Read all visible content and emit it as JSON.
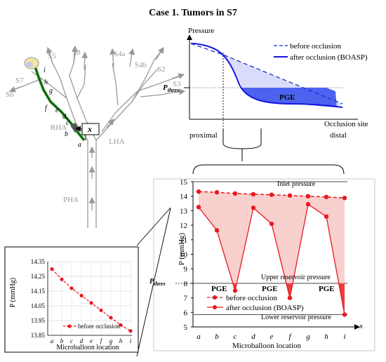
{
  "title": "Case 1. Tumors in S7",
  "tree": {
    "segments": [
      "S7",
      "S5",
      "S8",
      "S4a",
      "S4b",
      "S2",
      "S3",
      "S6"
    ],
    "vessels": [
      "RHA",
      "LHA",
      "PHA"
    ],
    "locations": [
      "i",
      "h",
      "g",
      "f",
      "e",
      "d",
      "c",
      "b",
      "a"
    ],
    "marker": "x"
  },
  "schematic": {
    "ylabel": "Pressure",
    "pthres_main": "P",
    "pthres_sub": "thres",
    "legend_before": "before occlusion",
    "legend_after": "after occlusion (BOASP)",
    "area_label": "PGE",
    "xlabel": "Occlusion site",
    "proximal": "proximal",
    "distal": "distal"
  },
  "colors": {
    "before": "#2b3fcf",
    "after": "#1515e0",
    "pge_blue": "#5a6cf0",
    "red": "#e8191f",
    "pink": "#f7c8c4",
    "green": "#2aa02a"
  },
  "chart_data": [
    {
      "type": "line",
      "xlabel": "Microballoon location",
      "ylabel": "P (mmHg)",
      "categories": [
        "a",
        "b",
        "c",
        "d",
        "e",
        "f",
        "g",
        "h",
        "i"
      ],
      "ylim": [
        5,
        15
      ],
      "yticks": [
        "5",
        "6",
        "7",
        "8",
        "9",
        "10",
        "11",
        "12",
        "13",
        "14",
        "15"
      ],
      "axis_x": "x",
      "series": [
        {
          "name": "before occlusion",
          "values": [
            14.32,
            14.27,
            14.19,
            14.14,
            14.1,
            14.05,
            14.0,
            13.95,
            13.88
          ]
        },
        {
          "name": "after occlusion (BOASP)",
          "values": [
            13.25,
            11.65,
            7.5,
            13.2,
            12.1,
            7.0,
            13.45,
            12.6,
            5.85
          ]
        }
      ],
      "annotations": [
        "Inlet pressure",
        "Upper reservoir pressure",
        "Lower reservoir pressure",
        "PGE",
        "PGE",
        "PGE"
      ],
      "pthres_main": "P",
      "pthres_sub": "thres",
      "legend": "inside-bottom"
    },
    {
      "type": "line",
      "xlabel": "Microballoon location",
      "ylabel": "P (mmHg)",
      "categories": [
        "a",
        "b",
        "c",
        "d",
        "e",
        "f",
        "g",
        "h",
        "i"
      ],
      "ylim": [
        13.85,
        14.35
      ],
      "yticks": [
        "14.35",
        "14.25",
        "14.15",
        "14.05",
        "13.95",
        "13.85"
      ],
      "series": [
        {
          "name": "before occlusion",
          "values": [
            14.3,
            14.23,
            14.17,
            14.12,
            14.07,
            14.02,
            13.97,
            13.92,
            13.88
          ]
        }
      ],
      "legend": "inside-bottom"
    }
  ]
}
